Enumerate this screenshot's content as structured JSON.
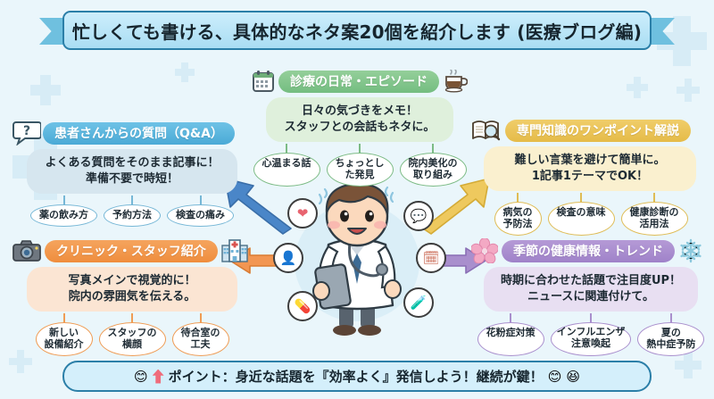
{
  "title": {
    "text": "忙しくても書ける、具体的なネタ案20個を紹介します (医療ブログ編)"
  },
  "footer": {
    "text": "ポイント：身近な話題を『効率よく』発信しよう！継続が鍵！",
    "emoji_left": "😊",
    "emoji_right_1": "😊",
    "emoji_right_2": "😆",
    "arrow_icon": "up-arrow-icon"
  },
  "colors": {
    "background": "#eaf6fb",
    "banner_border": "#2b7fa8",
    "banner_fill": "#bde6f7",
    "blue": "#4aaad6",
    "green": "#74bd80",
    "gold": "#e5bb48",
    "orange": "#ef8d3d",
    "purple": "#9f82c9",
    "footer_arrow": "#ef6b7b"
  },
  "sections": [
    {
      "id": "qa",
      "theme": "blue",
      "icon_left": "question-speech-bubble-icon",
      "icon_left_glyph": "？",
      "icon_right": "",
      "icon_right_glyph": "",
      "heading": "患者さんからの質問（Q&A）",
      "description": "よくある質問をそのまま記事に！\n準備不要で時短！",
      "description_line1": "よくある質問をそのまま記事に！",
      "description_line2": "準備不要で時短！",
      "subs": [
        {
          "line1": "薬の飲み方",
          "line2": ""
        },
        {
          "line1": "予約方法",
          "line2": ""
        },
        {
          "line1": "検査の痛み",
          "line2": ""
        }
      ]
    },
    {
      "id": "daily",
      "theme": "green",
      "icon_left": "calendar-icon",
      "icon_left_glyph": "📅",
      "icon_right": "coffee-cup-icon",
      "icon_right_glyph": "☕",
      "heading": "診療の日常・エピソード",
      "description_line1": "日々の気づきをメモ！",
      "description_line2": "スタッフとの会話もネタに。",
      "subs": [
        {
          "line1": "心温まる話",
          "line2": ""
        },
        {
          "line1": "ちょっとし",
          "line2": "た発見"
        },
        {
          "line1": "院内美化の",
          "line2": "取り組み"
        }
      ]
    },
    {
      "id": "expertise",
      "theme": "gold",
      "icon_left": "open-book-magnifier-icon",
      "icon_left_glyph": "📖",
      "icon_right": "",
      "icon_right_glyph": "",
      "heading": "専門知識のワンポイント解説",
      "description_line1": "難しい言葉を避けて簡単に。",
      "description_line2": "1記事1テーマでOK！",
      "subs": [
        {
          "line1": "病気の",
          "line2": "予防法"
        },
        {
          "line1": "検査の意味",
          "line2": ""
        },
        {
          "line1": "健康診断の",
          "line2": "活用法"
        }
      ]
    },
    {
      "id": "clinic",
      "theme": "orange",
      "icon_left": "camera-icon",
      "icon_left_glyph": "📷",
      "icon_right": "hospital-building-icon",
      "icon_right_glyph": "🏥",
      "heading": "クリニック・スタッフ紹介",
      "description_line1": "写真メインで視覚的に！",
      "description_line2": "院内の雰囲気を伝える。",
      "subs": [
        {
          "line1": "新しい",
          "line2": "設備紹介"
        },
        {
          "line1": "スタッフの",
          "line2": "横顔"
        },
        {
          "line1": "待合室の",
          "line2": "工夫"
        }
      ]
    },
    {
      "id": "seasonal",
      "theme": "purple",
      "icon_left": "cherry-blossom-icon",
      "icon_left_glyph": "🌸",
      "icon_right": "snowflake-icon",
      "icon_right_glyph": "❄",
      "heading": "季節の健康情報・トレンド",
      "description_line1": "時期に合わせた話題で注目度UP！",
      "description_line2": "ニュースに関連付けて。",
      "subs": [
        {
          "line1": "花粉症対策",
          "line2": ""
        },
        {
          "line1": "インフルエンザ",
          "line2": "注意喚起"
        },
        {
          "line1": "夏の",
          "line2": "熱中症予防"
        }
      ]
    }
  ],
  "center": {
    "figure_name": "doctor-illustration",
    "bubbles": [
      {
        "name": "heart-icon",
        "glyph": "❤"
      },
      {
        "name": "chat-bubble-icon",
        "glyph": "💬"
      },
      {
        "name": "patient-clock-icon",
        "glyph": "👤"
      },
      {
        "name": "calendar-check-icon",
        "glyph": "🗓"
      },
      {
        "name": "medicine-icon",
        "glyph": "💊"
      },
      {
        "name": "lab-flask-icon",
        "glyph": "🧪"
      }
    ]
  },
  "arrows": [
    {
      "name": "arrow-to-qa",
      "color": "#4a86c8",
      "direction": "up-left"
    },
    {
      "name": "arrow-to-daily",
      "color": "#7cbb85",
      "direction": "up"
    },
    {
      "name": "arrow-to-expertise",
      "color": "#e5bb48",
      "direction": "up-right"
    },
    {
      "name": "arrow-to-clinic",
      "color": "#ef8d3d",
      "direction": "left"
    },
    {
      "name": "arrow-to-seasonal",
      "color": "#9f82c9",
      "direction": "right"
    }
  ]
}
